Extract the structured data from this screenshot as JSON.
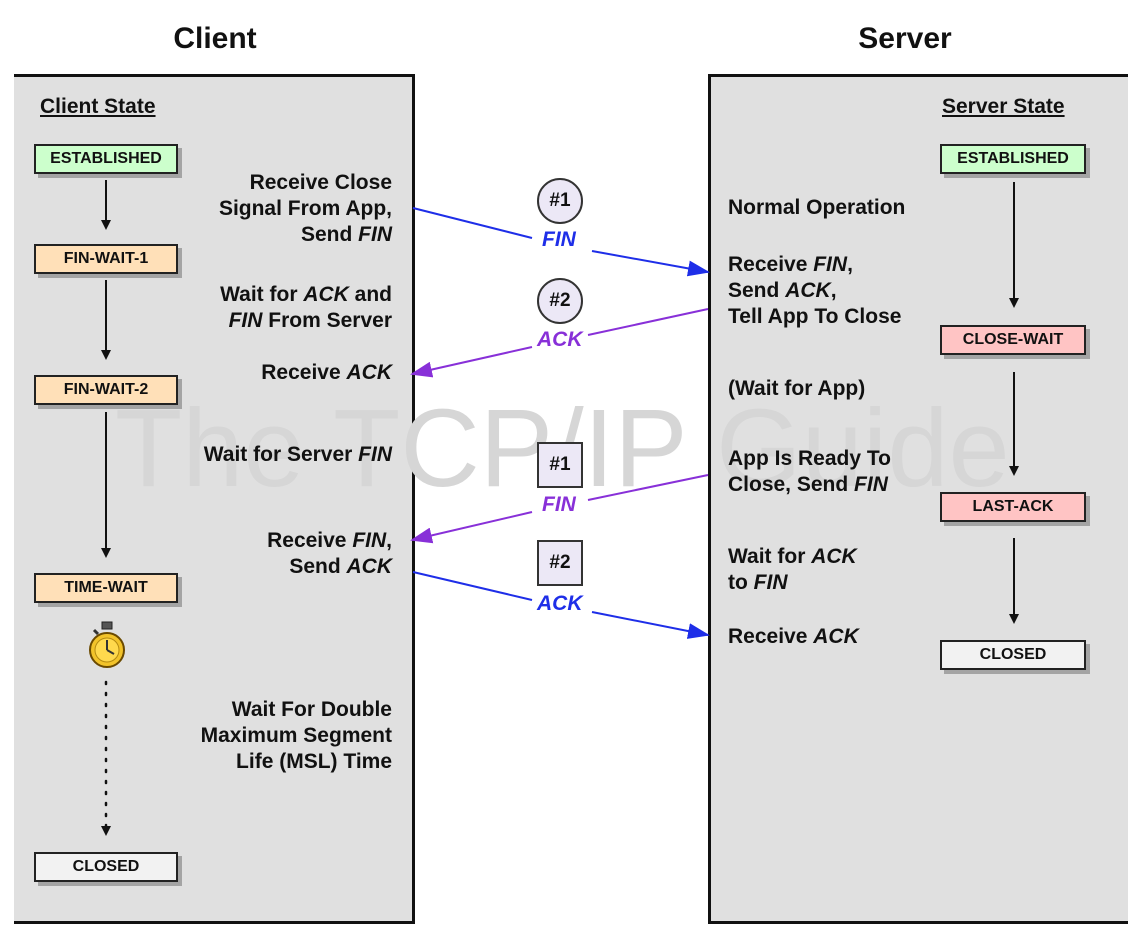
{
  "titles": {
    "client": "Client",
    "server": "Server"
  },
  "client": {
    "state_header": "Client State",
    "states": [
      "ESTABLISHED",
      "FIN-WAIT-1",
      "FIN-WAIT-2",
      "TIME-WAIT",
      "CLOSED"
    ],
    "labels": {
      "close_signal": [
        "Receive Close",
        "Signal From App,",
        "Send "
      ],
      "wait_ack_fin": [
        "Wait for ",
        " and",
        " From Server"
      ],
      "receive_ack": "Receive ",
      "wait_server_fin": "Wait for Server ",
      "receive_fin_send_ack": [
        "Receive ",
        ",",
        "Send "
      ],
      "wait_msl": [
        "Wait For Double",
        "Maximum Segment",
        "Life (MSL) Time"
      ]
    }
  },
  "server": {
    "state_header": "Server State",
    "states": [
      "ESTABLISHED",
      "CLOSE-WAIT",
      "LAST-ACK",
      "CLOSED"
    ],
    "labels": {
      "normal_operation": "Normal Operation",
      "receive_fin": [
        "Receive ",
        ",",
        "Send ",
        ",",
        "Tell App To Close"
      ],
      "wait_for_app": "(Wait for App)",
      "app_ready": [
        "App Is Ready To",
        "Close, Send "
      ],
      "wait_ack_to_fin": [
        "Wait for ",
        "to "
      ],
      "receive_ack": "Receive "
    }
  },
  "keywords": {
    "fin": "FIN",
    "ack": "ACK"
  },
  "segments": [
    {
      "badge": "#1",
      "shape": "circle",
      "label": "FIN",
      "color": "#1e2ee8"
    },
    {
      "badge": "#2",
      "shape": "circle",
      "label": "ACK",
      "color": "#8830d8"
    },
    {
      "badge": "#1",
      "shape": "square",
      "label": "FIN",
      "color": "#8830d8"
    },
    {
      "badge": "#2",
      "shape": "square",
      "label": "ACK",
      "color": "#1e2ee8"
    }
  ],
  "watermark": "The TCP/IP Guide",
  "icons": {
    "timer": "stopwatch-icon"
  }
}
